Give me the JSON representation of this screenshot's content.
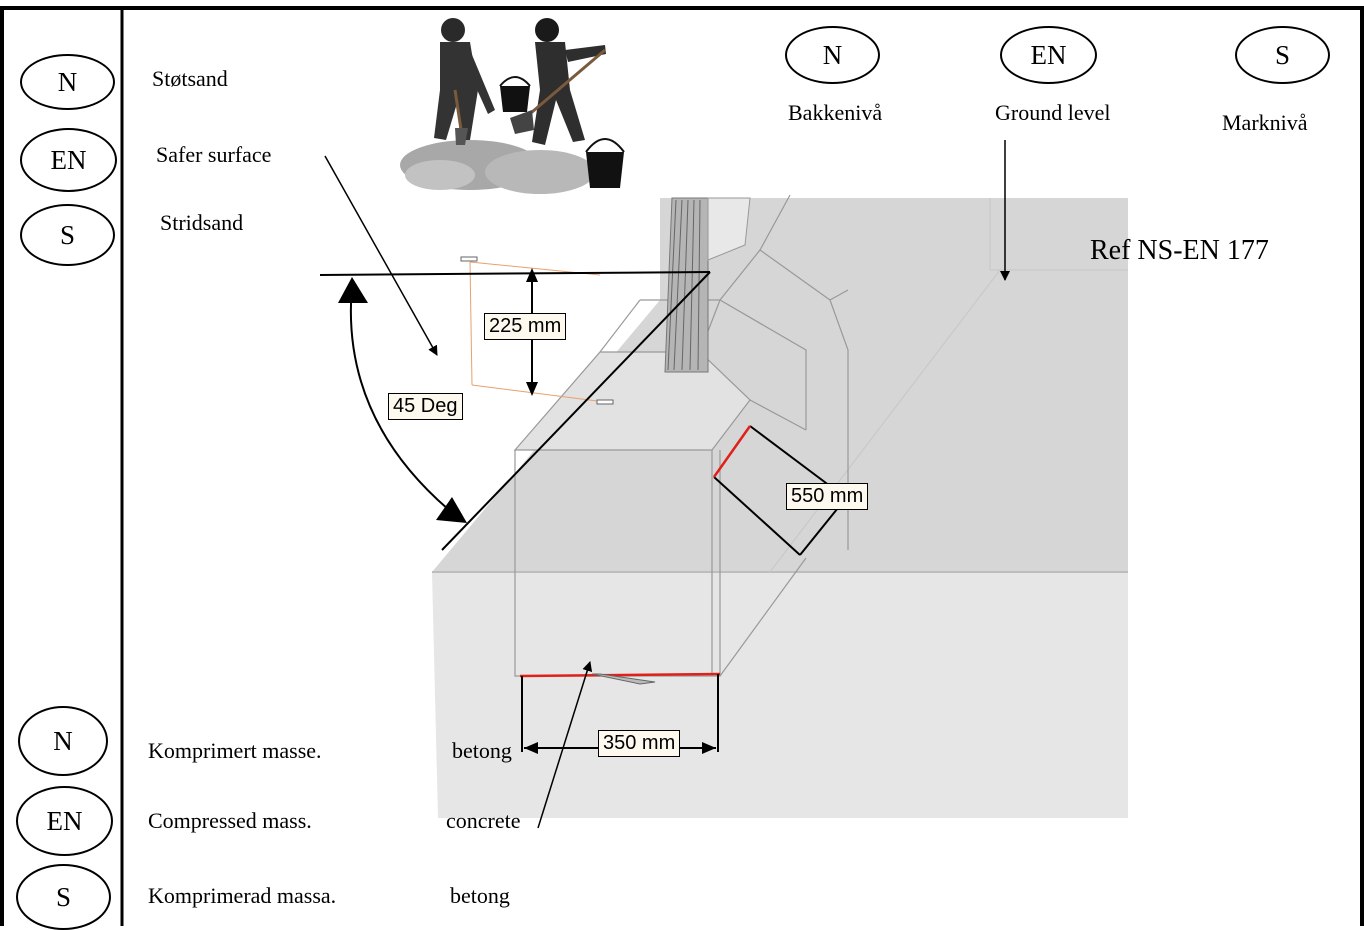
{
  "badges_top": [
    {
      "code": "N",
      "text": "Støtsand"
    },
    {
      "code": "EN",
      "text": "Safer surface"
    },
    {
      "code": "S",
      "text": "Stridsand"
    }
  ],
  "badges_bottom": [
    {
      "code": "N",
      "text": "Komprimert masse.",
      "material": "betong"
    },
    {
      "code": "EN",
      "text": "Compressed mass.",
      "material": "concrete"
    },
    {
      "code": "S",
      "text": "Komprimerad massa.",
      "material": "betong"
    }
  ],
  "ground_level": [
    {
      "code": "N",
      "text": "Bakkenivå"
    },
    {
      "code": "EN",
      "text": "Ground level"
    },
    {
      "code": "S",
      "text": "Marknivå"
    }
  ],
  "reference": "Ref NS-EN 177",
  "dimensions": {
    "height_above": "225 mm",
    "angle": "45 Deg",
    "slab_depth": "550 mm",
    "base_width": "350 mm"
  },
  "colors": {
    "dimension_box_bg": "#fdf9ef",
    "highlight_red": "#e0201a",
    "ground_grey": "#d8d8d8",
    "slab_grey": "#e6e6e6",
    "guide_orange": "#e8a070"
  }
}
